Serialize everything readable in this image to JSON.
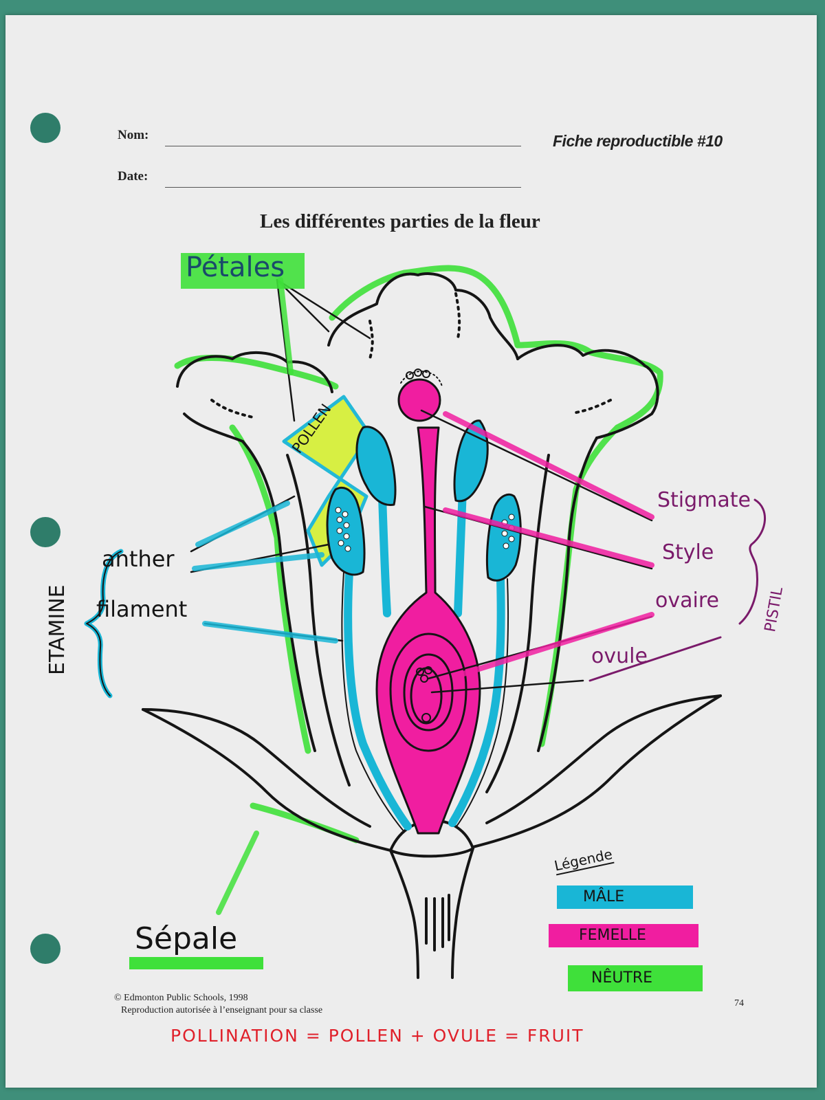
{
  "header": {
    "nom_label": "Nom:",
    "date_label": "Date:",
    "fiche": "Fiche reproductible #10",
    "title": "Les différentes parties de la fleur"
  },
  "labels": {
    "petales": "Pétales",
    "pollen": "POLLEN",
    "etamine": "ETAMINE",
    "anther": "anther",
    "filament": "filament",
    "stigmate": "Stigmate",
    "style": "Style",
    "ovaire": "ovaire",
    "ovule": "ovule",
    "pistil": "PISTIL",
    "sepale": "Sépale"
  },
  "legend": {
    "heading": "Légende",
    "items": [
      {
        "label": "MÂLE",
        "color": "#19b6d6"
      },
      {
        "label": "FEMELLE",
        "color": "#f01ea0"
      },
      {
        "label": "NÊUTRE",
        "color": "#3fe03a"
      }
    ]
  },
  "footer": {
    "copyright": "© Edmonton Public Schools, 1998",
    "reproduction": "Reproduction autorisée à l’enseignant pour sa classe",
    "page_number": "74",
    "equation": "POLLINATION = POLLEN + OVULE = FRUIT"
  },
  "colors": {
    "male": "#19b6d6",
    "female": "#f01ea0",
    "neutral": "#3fe03a",
    "pollen": "#d6f03a",
    "ink": "#151515",
    "red_ink": "#e0202a",
    "purple_ink": "#7a1a6a"
  }
}
